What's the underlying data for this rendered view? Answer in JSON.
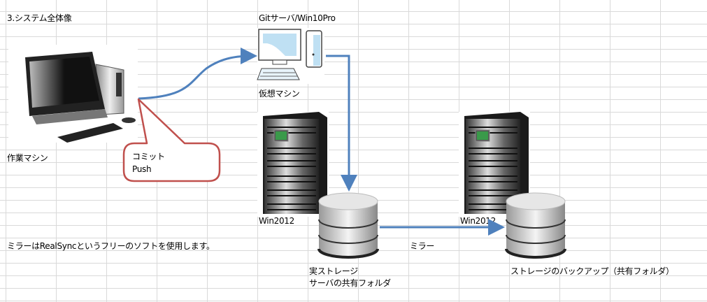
{
  "title": "3.システム全体像",
  "nodes": {
    "work_machine": {
      "label": "作業マシン"
    },
    "git_server": {
      "label": "Gitサーバ/Win10Pro",
      "sublabel": "仮想マシン"
    },
    "server_main": {
      "label": "Win2012"
    },
    "server_backup": {
      "label": "Win2012"
    },
    "storage_main": {
      "label_line1": "実ストレージ",
      "label_line2": "サーバの共有フォルダ"
    },
    "storage_backup": {
      "label": "ストレージのバックアップ（共有フォルダ）"
    }
  },
  "callout": {
    "line1": "コミット",
    "line2": "Push"
  },
  "edges": {
    "mirror_label": "ミラー"
  },
  "note": "ミラーはRealSyncというフリーのソフトを使用します。",
  "colors": {
    "arrow": "#4f81bd",
    "callout_border": "#c0504d",
    "grid": "#d9d9d9"
  }
}
